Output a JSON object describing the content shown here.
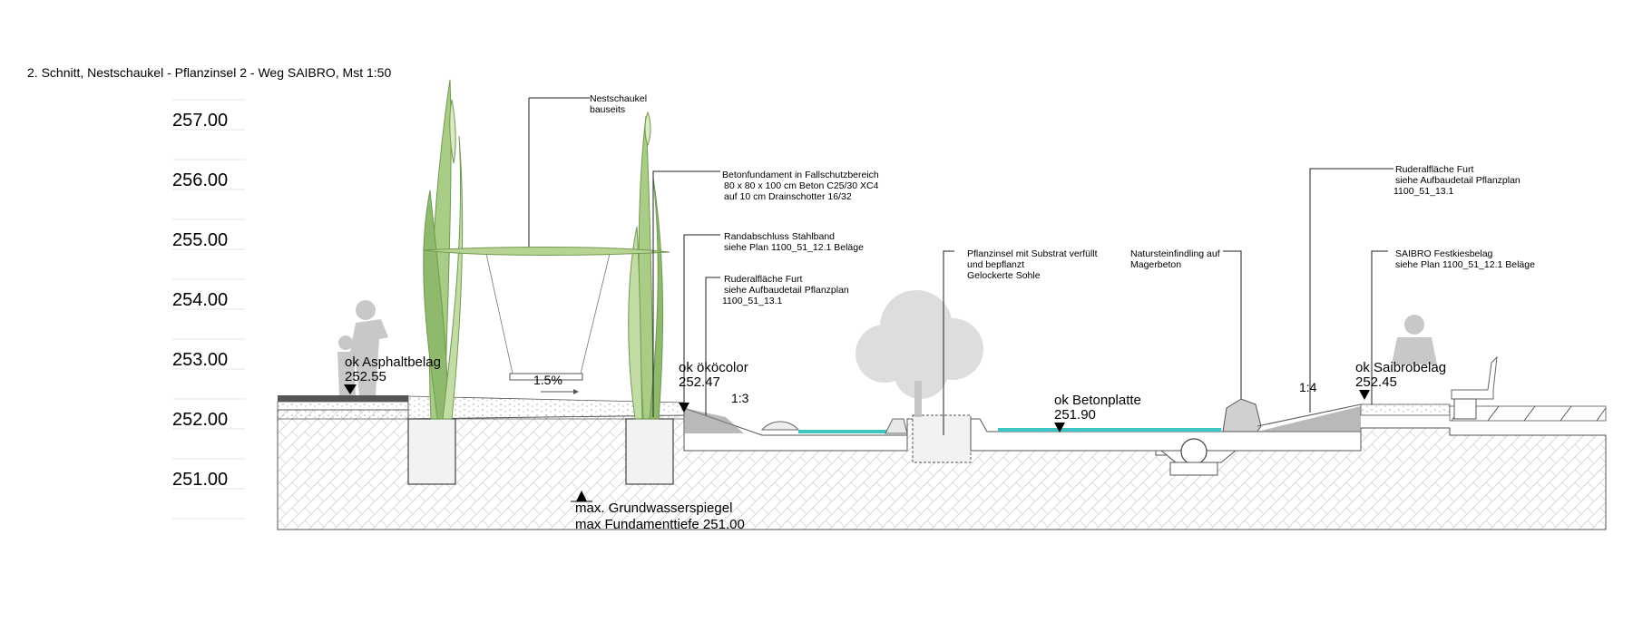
{
  "title": "2. Schnitt, Nestschaukel - Pflanzinsel 2 - Weg SAIBRO, Mst 1:50",
  "elevation_scale": [
    "257.00",
    "256.00",
    "255.00",
    "254.00",
    "253.00",
    "252.00",
    "251.00"
  ],
  "levels": {
    "asphalt": {
      "label": "ok Asphaltbelag",
      "value": "252.55"
    },
    "oekocolor": {
      "label": "ok ököcolor",
      "value": "252.47"
    },
    "betonplatte": {
      "label": "ok Betonplatte",
      "value": "251.90"
    },
    "saibro": {
      "label": "ok Saibrobelag",
      "value": "252.45"
    }
  },
  "slopes": {
    "path": "1.5%",
    "left_bank": "1:3",
    "right_bank": "1:4"
  },
  "groundwater": {
    "line1": "max. Grundwasserspiegel",
    "line2": "max Fundamenttiefe 251.00"
  },
  "annotations": {
    "nestschaukel": [
      "Nestschaukel",
      "bauseits"
    ],
    "betonfundament": [
      "Betonfundament in Fallschutzbereich",
      "80 x 80 x 100 cm Beton C25/30 XC4",
      "auf 10 cm Drainschotter 16/32"
    ],
    "randabschluss": [
      "Randabschluss Stahlband",
      "siehe Plan 1100_51_12.1 Beläge"
    ],
    "ruderal_left": [
      "Ruderalfläche Furt",
      "siehe Aufbaudetail Pflanzplan",
      "1100_51_13.1"
    ],
    "pflanzinsel": [
      "Pflanzinsel mit Substrat verfüllt",
      "und bepflanzt",
      "Gelockerte Sohle"
    ],
    "naturstein": [
      "Natursteinfindling auf",
      "Magerbeton"
    ],
    "ruderal_right": [
      "Ruderalfläche Furt",
      "siehe Aufbaudetail Pflanzplan",
      "1100_51_13.1"
    ],
    "saibro": [
      "SAIBRO Festkiesbelag",
      "siehe Plan 1100_51_12.1 Beläge"
    ]
  },
  "colors": {
    "reed_green": "#a9cc86",
    "reed_dark": "#6f9a4f",
    "reed_light": "#dde9c4",
    "water": "#3fc6c4",
    "ground_hatch": "#c9c9c9",
    "silhouette": "#c8c8c8",
    "tree": "#cfcfcf"
  }
}
